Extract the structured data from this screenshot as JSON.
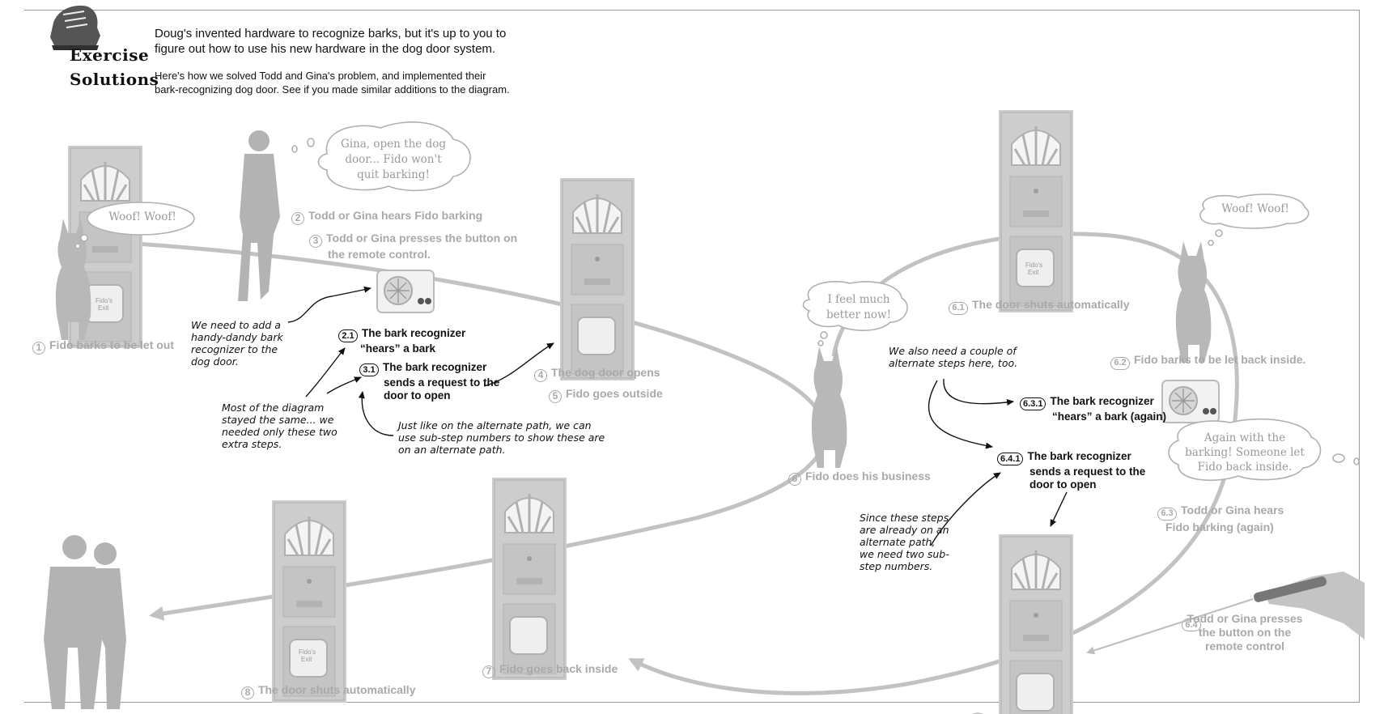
{
  "header": {
    "exercise_word": "Exercise",
    "solutions_word": "Solutions",
    "intro_line1": "Doug's invented hardware to recognize barks, but it's up to you to",
    "intro_line2": "figure out how to use his new hardware in the dog door system.",
    "intro_line3": "Here's how we solved Todd and Gina's problem, and implemented their",
    "intro_line4": "bark-recognizing dog door. See if you made similar additions to the diagram."
  },
  "bubbles": {
    "woof_left": "Woof! Woof!",
    "woof_right": "Woof! Woof!",
    "gina_line1": "Gina, open the dog",
    "gina_line2": "door... Fido won't",
    "gina_line3": "quit barking!",
    "feel_line1": "I feel much",
    "feel_line2": "better now!",
    "again_line1": "Again with the",
    "again_line2": "barking! Someone let",
    "again_line3": "Fido back inside."
  },
  "door_signs": {
    "sign1": "Fido's",
    "sign2": "Exit"
  },
  "steps": {
    "s1": {
      "num": "1",
      "text": "Fido barks to be let out"
    },
    "s2": {
      "num": "2",
      "text": "Todd or Gina hears Fido barking"
    },
    "s3": {
      "num": "3",
      "line1": "Todd or Gina presses the button on",
      "line2": "the remote control."
    },
    "s2_1": {
      "num": "2.1",
      "line1": "The bark recognizer",
      "line2": "“hears” a bark"
    },
    "s3_1": {
      "num": "3.1",
      "line1": "The bark recognizer",
      "line2": "sends a request to the",
      "line3": "door to open"
    },
    "s4": {
      "num": "4",
      "text": "The dog door opens"
    },
    "s5": {
      "num": "5",
      "text": "Fido goes outside"
    },
    "s6": {
      "num": "6",
      "text": "Fido does his business"
    },
    "s6_1": {
      "num": "6.1",
      "text": "The door shuts automatically"
    },
    "s6_2": {
      "num": "6.2",
      "text": "Fido barks to be let back inside."
    },
    "s6_3_1": {
      "num": "6.3.1",
      "line1": "The bark recognizer",
      "line2": "“hears” a bark (again)"
    },
    "s6_4_1": {
      "num": "6.4.1",
      "line1": "The bark recognizer",
      "line2": "sends a request to the",
      "line3": "door to open"
    },
    "s6_3": {
      "num": "6.3",
      "line1": "Todd or Gina hears",
      "line2": "Fido barking (again)"
    },
    "s6_4": {
      "num": "6.4",
      "line1": "Todd or Gina presses",
      "line2": "the button on the",
      "line3": "remote control"
    },
    "s7": {
      "num": "7",
      "text": "Fido goes back inside"
    },
    "s8": {
      "num": "8",
      "text": "The door shuts automatically"
    }
  },
  "notes": {
    "add": [
      "We need to add a",
      "handy-dandy bark",
      "recognizer to the",
      "dog door."
    ],
    "most": [
      "Most of the diagram",
      "stayed the same... we",
      "needed only these two",
      "extra steps."
    ],
    "alt": [
      "Just like on the alternate path, we can",
      "use sub-step numbers to show these are",
      "on an alternate path."
    ],
    "couple": [
      "We also need a couple of",
      "alternate steps here, too."
    ],
    "since": [
      "Since these steps",
      "are already on an",
      "alternate path,",
      "we need two sub-",
      "step numbers."
    ]
  },
  "colors": {
    "loop": "#c2c2c2",
    "label_gray": "#a9a9a9",
    "ink": "#111111",
    "door": "#c9c9c9",
    "door_dark": "#b3b3b3"
  }
}
